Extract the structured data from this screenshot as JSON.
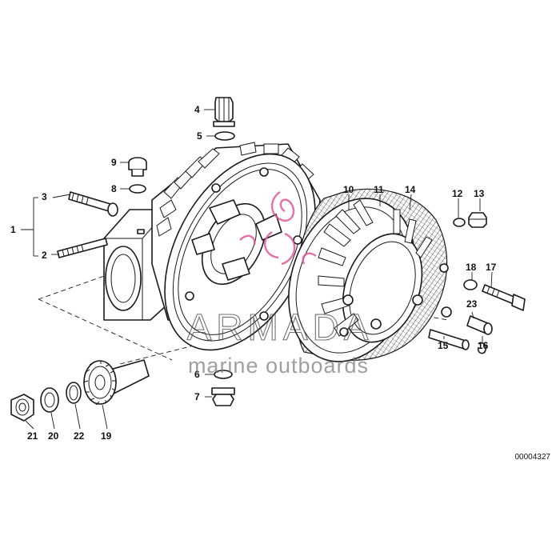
{
  "diagram": {
    "reference_code": "00004327",
    "callouts": [
      "1",
      "2",
      "3",
      "4",
      "5",
      "6",
      "7",
      "8",
      "9",
      "10",
      "11",
      "12",
      "13",
      "14",
      "15",
      "16",
      "17",
      "18",
      "19",
      "20",
      "21",
      "22",
      "23"
    ]
  },
  "watermark": {
    "title": "ARMADA",
    "subtitle": "marine outboards",
    "logo_color": "#e0569a"
  }
}
